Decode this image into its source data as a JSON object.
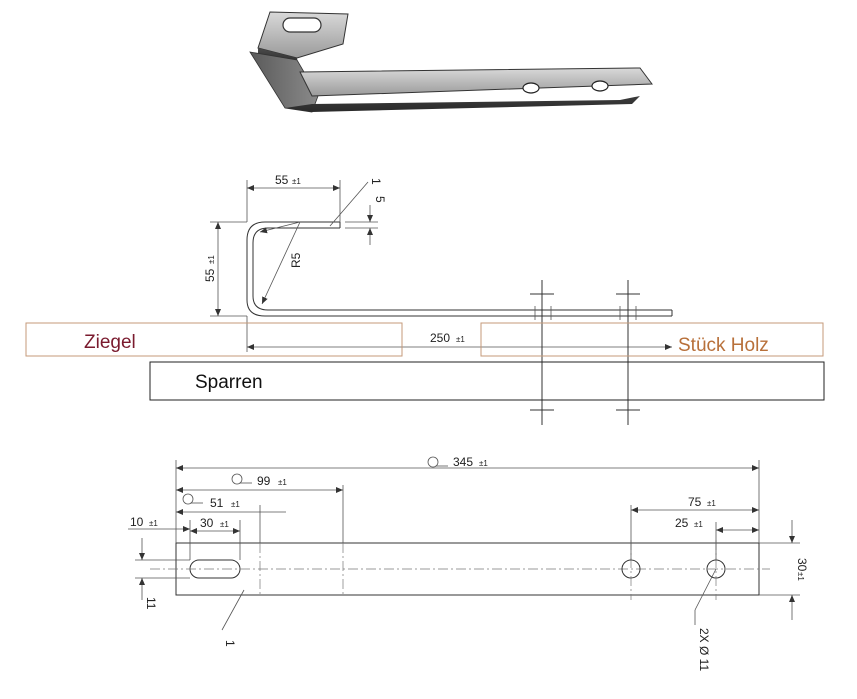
{
  "side_view": {
    "dim_top": "55",
    "dim_top_tol": "±1",
    "dim_height": "55",
    "dim_height_tol": "±1",
    "radius": "R5",
    "thickness": "5",
    "callout": "1",
    "dim_length": "250",
    "dim_length_tol": "±1"
  },
  "labels": {
    "ziegel": "Ziegel",
    "stueck_holz": "Stück Holz",
    "sparren": "Sparren"
  },
  "plan_view": {
    "dim_total": "345",
    "dim_total_tol": "±1",
    "dim_99": "99",
    "dim_99_tol": "±1",
    "dim_51": "51",
    "dim_51_tol": "±1",
    "dim_10": "10",
    "dim_10_tol": "±1",
    "dim_30": "30",
    "dim_30_tol": "±1",
    "dim_75": "75",
    "dim_75_tol": "±1",
    "dim_25": "25",
    "dim_25_tol": "±1",
    "dim_width": "30",
    "dim_width_tol": "±1",
    "dim_11": "11",
    "holes": "2X Ø 11",
    "callout": "1"
  },
  "colors": {
    "ziegel_text": "#7a1a2e",
    "holz_text": "#b8703a",
    "box_border_brown": "#c49a7a",
    "box_border_black": "#222222"
  }
}
